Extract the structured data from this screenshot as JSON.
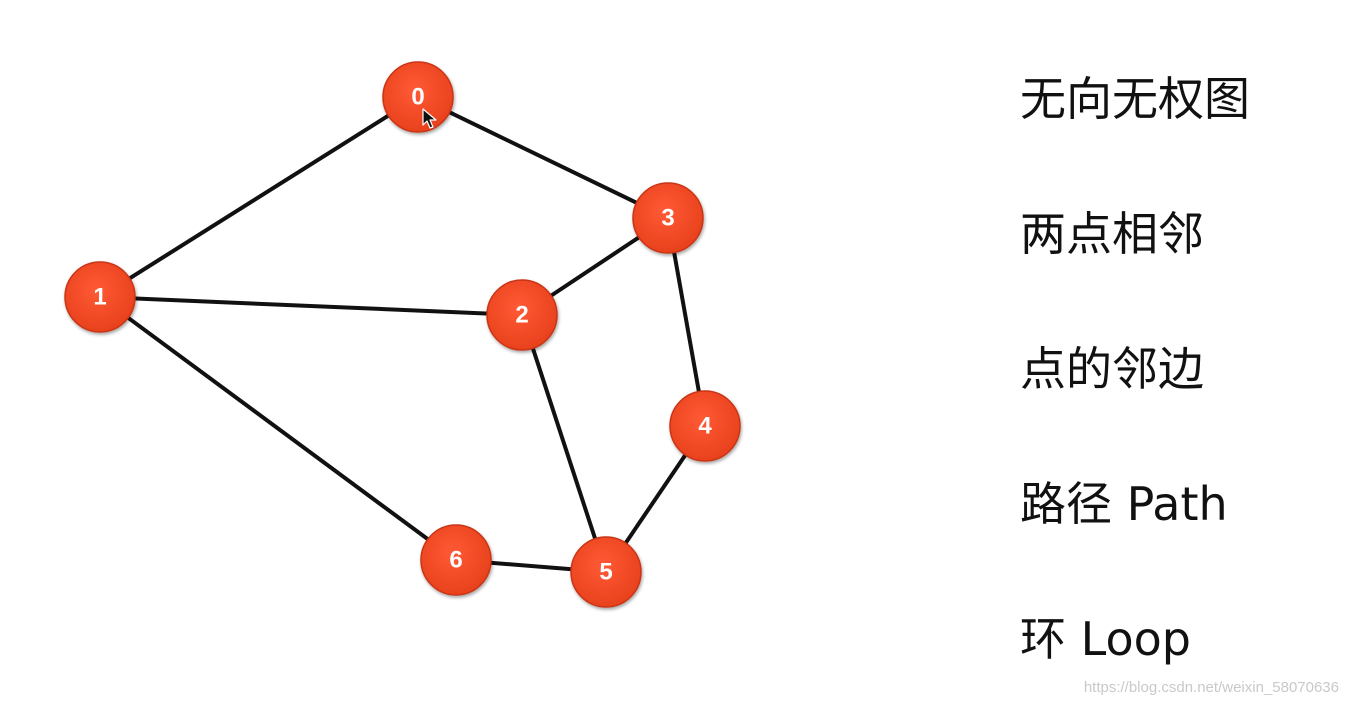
{
  "graph": {
    "node_color": "#f04a26",
    "node_text_color": "#ffffff",
    "edge_color": "#111111",
    "nodes": [
      "0",
      "1",
      "2",
      "3",
      "4",
      "5",
      "6"
    ],
    "edges": [
      [
        "0",
        "1"
      ],
      [
        "0",
        "3"
      ],
      [
        "1",
        "2"
      ],
      [
        "1",
        "6"
      ],
      [
        "2",
        "3"
      ],
      [
        "2",
        "5"
      ],
      [
        "3",
        "4"
      ],
      [
        "4",
        "5"
      ],
      [
        "5",
        "6"
      ]
    ]
  },
  "terms": [
    "无向无权图",
    "两点相邻",
    "点的邻边",
    "路径 Path",
    "环 Loop"
  ],
  "watermark": "https://blog.csdn.net/weixin_58070636",
  "cursor": "mouse-pointer-icon"
}
